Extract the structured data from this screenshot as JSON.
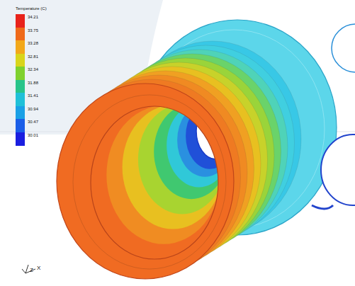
{
  "diagram": {
    "labels": [
      "Temperature (C)",
      "Z",
      "X"
    ],
    "legend": [
      {
        "text": "34.21",
        "color": "#e8231b"
      },
      {
        "text": "33.75",
        "color": "#ef6a1a"
      },
      {
        "text": "33.28",
        "color": "#f2a81a"
      },
      {
        "text": "32.81",
        "color": "#d9d51b"
      },
      {
        "text": "32.34",
        "color": "#7fd12e"
      },
      {
        "text": "31.88",
        "color": "#27c48a"
      },
      {
        "text": "31.41",
        "color": "#1fc0d8"
      },
      {
        "text": "30.94",
        "color": "#1aa0e6"
      },
      {
        "text": "30.47",
        "color": "#1a5ee8"
      },
      {
        "text": "30.01",
        "color": "#1a1ee0"
      }
    ]
  }
}
